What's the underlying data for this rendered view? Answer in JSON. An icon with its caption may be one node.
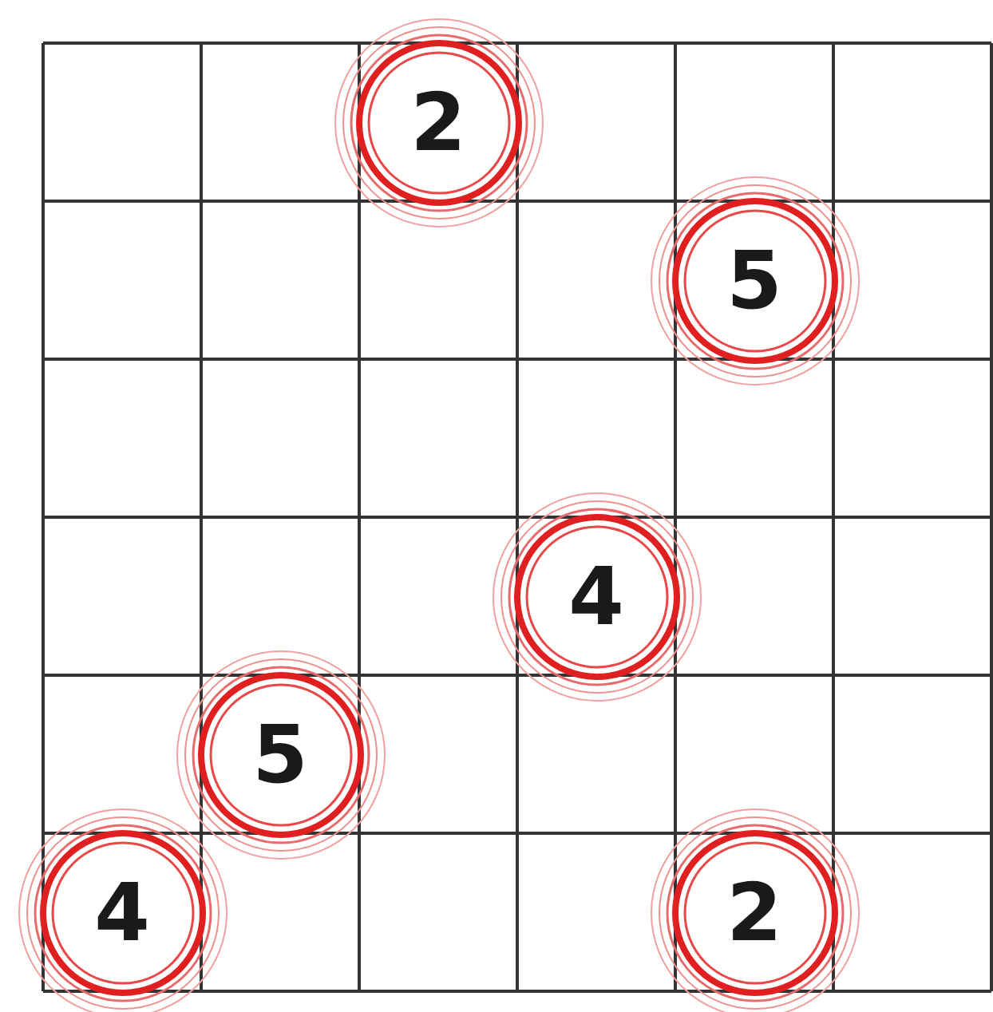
{
  "diagram": {
    "nodes": [
      {
        "text": [
          "2"
        ]
      },
      {
        "text": [
          "5"
        ]
      },
      {
        "text": [
          "4"
        ]
      },
      {
        "text": [
          "5"
        ]
      },
      {
        "text": [
          "4"
        ]
      },
      {
        "text": [
          "2"
        ]
      }
    ]
  }
}
